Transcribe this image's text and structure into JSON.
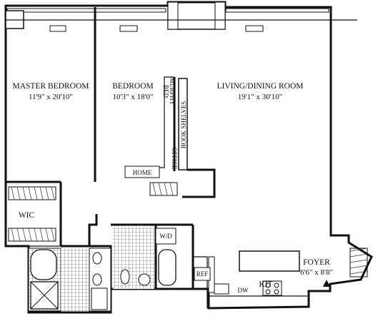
{
  "rooms": {
    "master_bedroom": {
      "name": "MASTER BEDROOM",
      "dims": "11'9\" x 20'10\""
    },
    "bedroom": {
      "name": "BEDROOM",
      "dims": "10'3\" x 18'0\""
    },
    "living_dining": {
      "name": "LIVING/DINING ROOM",
      "dims": "19'1\" x 30'10\""
    },
    "foyer": {
      "name": "FOYER",
      "dims": "6'6\" x 8'8\""
    },
    "wic": {
      "name": "WIC"
    },
    "kit": {
      "name": "KIT"
    },
    "home_office": {
      "home": "HOME",
      "office": "OFFICE"
    }
  },
  "fixtures": {
    "murphy": "MURPHY",
    "bed": "BED",
    "book_shelves": "BOOK SHELVES",
    "washer_dryer": "W/D",
    "refrigerator": "REF",
    "dishwasher": "DW"
  }
}
